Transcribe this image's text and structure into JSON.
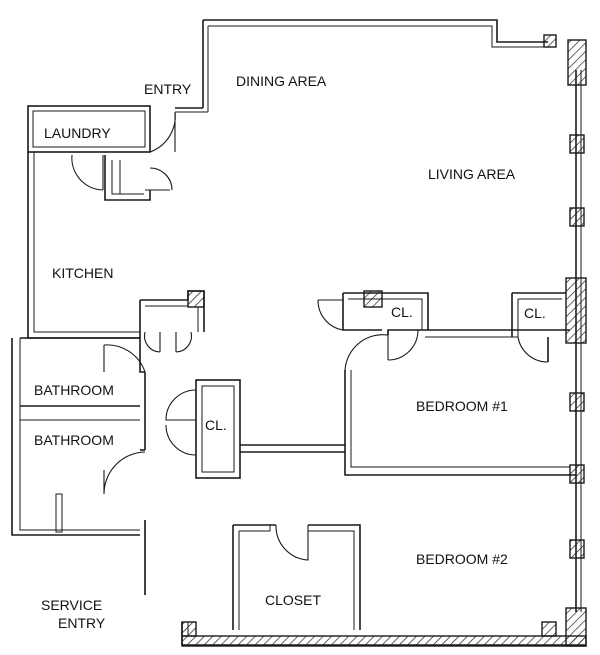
{
  "rooms": {
    "entry": "ENTRY",
    "dining": "DINING AREA",
    "laundry": "LAUNDRY",
    "living": "LIVING AREA",
    "kitchen": "KITCHEN",
    "closet_bed1_left": "CL.",
    "closet_bed1_right": "CL.",
    "bathroom_upper": "BATHROOM",
    "bathroom_lower": "BATHROOM",
    "closet_hall": "CL.",
    "bedroom1": "BEDROOM #1",
    "bedroom2": "BEDROOM #2",
    "closet": "CLOSET",
    "service_line1": "SERVICE",
    "service_line2": "ENTRY"
  }
}
